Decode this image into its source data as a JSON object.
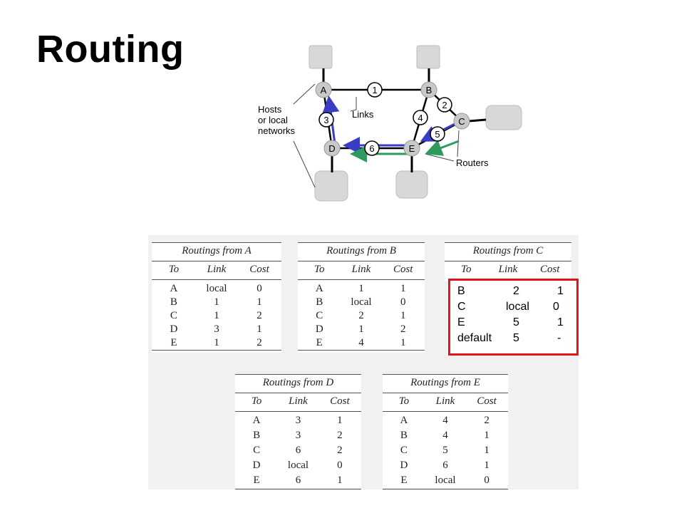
{
  "slide": {
    "title": "Routing"
  },
  "diagram": {
    "nodes": [
      "A",
      "B",
      "C",
      "D",
      "E"
    ],
    "link_labels": [
      "1",
      "2",
      "3",
      "4",
      "5",
      "6"
    ],
    "labels": {
      "hosts": [
        "Hosts",
        "or local",
        "networks"
      ],
      "links": "Links",
      "routers": "Routers"
    },
    "colors": {
      "blue_arrow": "#3a3cc4",
      "green_arrow": "#2f9a5e",
      "node_fill": "#c9c9c9",
      "host_fill": "#d8d8d8"
    }
  },
  "tables": {
    "headers": [
      "To",
      "Link",
      "Cost"
    ],
    "A": {
      "caption": "Routings from A",
      "rows": [
        [
          "A",
          "local",
          "0"
        ],
        [
          "B",
          "1",
          "1"
        ],
        [
          "C",
          "1",
          "2"
        ],
        [
          "D",
          "3",
          "1"
        ],
        [
          "E",
          "1",
          "2"
        ]
      ]
    },
    "B": {
      "caption": "Routings from B",
      "rows": [
        [
          "A",
          "1",
          "1"
        ],
        [
          "B",
          "local",
          "0"
        ],
        [
          "C",
          "2",
          "1"
        ],
        [
          "D",
          "1",
          "2"
        ],
        [
          "E",
          "4",
          "1"
        ]
      ]
    },
    "C": {
      "caption": "Routings from C"
    },
    "D": {
      "caption": "Routings from D",
      "rows": [
        [
          "A",
          "3",
          "1"
        ],
        [
          "B",
          "3",
          "2"
        ],
        [
          "C",
          "6",
          "2"
        ],
        [
          "D",
          "local",
          "0"
        ],
        [
          "E",
          "6",
          "1"
        ]
      ]
    },
    "E": {
      "caption": "Routings from E",
      "rows": [
        [
          "A",
          "4",
          "2"
        ],
        [
          "B",
          "4",
          "1"
        ],
        [
          "C",
          "5",
          "1"
        ],
        [
          "D",
          "6",
          "1"
        ],
        [
          "E",
          "local",
          "0"
        ]
      ]
    }
  },
  "overlay": {
    "border_color": "#e0161b",
    "rows": [
      [
        "B",
        "2",
        "1"
      ],
      [
        "C",
        "local",
        "0"
      ],
      [
        "E",
        "5",
        "1"
      ],
      [
        "default",
        "5",
        "-"
      ]
    ]
  }
}
